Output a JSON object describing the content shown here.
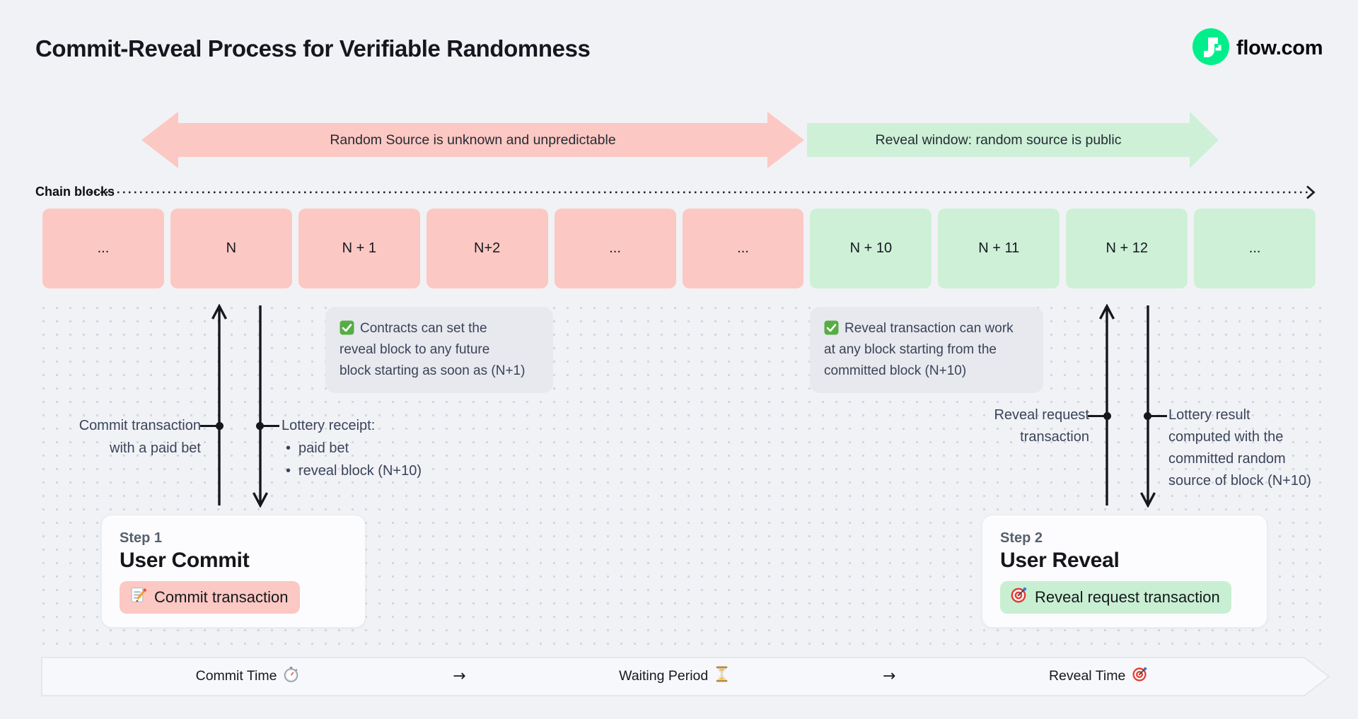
{
  "header": {
    "title": "Commit-Reveal Process for Verifiable Randomness",
    "brand": "flow.com"
  },
  "phases": {
    "unpredictable": "Random Source is unknown and unpredictable",
    "reveal_window": "Reveal window: random source is public"
  },
  "chain": {
    "label": "Chain blocks",
    "blocks": [
      "...",
      "N",
      "N + 1",
      "N+2",
      "...",
      "...",
      "N + 10",
      "N + 11",
      "N + 12",
      "..."
    ]
  },
  "notes": {
    "commit_note": {
      "icon": "check-icon",
      "lines": [
        "Contracts can set the",
        "reveal block to any future",
        "block starting as soon as (N+1)"
      ]
    },
    "reveal_note": {
      "icon": "check-icon",
      "lines": [
        "Reveal transaction can work",
        "at any block starting from the",
        "committed block (N+10)"
      ]
    }
  },
  "commit_flow": {
    "tx_lines": [
      "Commit transaction",
      "with a paid bet"
    ],
    "receipt_title": "Lottery receipt:",
    "receipt_bullet": "•",
    "receipt_items": [
      "paid bet",
      "reveal block (N+10)"
    ]
  },
  "reveal_flow": {
    "request_lines": [
      "Reveal request",
      "transaction"
    ],
    "result_lines": [
      "Lottery result",
      "computed with the",
      "committed random",
      "source of block (N+10)"
    ]
  },
  "steps": {
    "step1": {
      "eyebrow": "Step 1",
      "title": "User Commit",
      "pill": "Commit transaction",
      "pill_icon": "memo-icon"
    },
    "step2": {
      "eyebrow": "Step 2",
      "title": "User Reveal",
      "pill": "Reveal request transaction",
      "pill_icon": "target-icon"
    }
  },
  "timeline": {
    "arrow": "→",
    "items": [
      "Commit Time",
      "Waiting Period",
      "Reveal Time"
    ],
    "icons": [
      "stopwatch-icon",
      "hourglass-icon",
      "target-icon"
    ]
  },
  "colors": {
    "brand_green": "#00ef8b",
    "phase_pink": "#fcc8c3",
    "phase_green": "#cdf0d7",
    "note_bg": "#e8e9ee",
    "page_bg": "#f1f2f6"
  }
}
